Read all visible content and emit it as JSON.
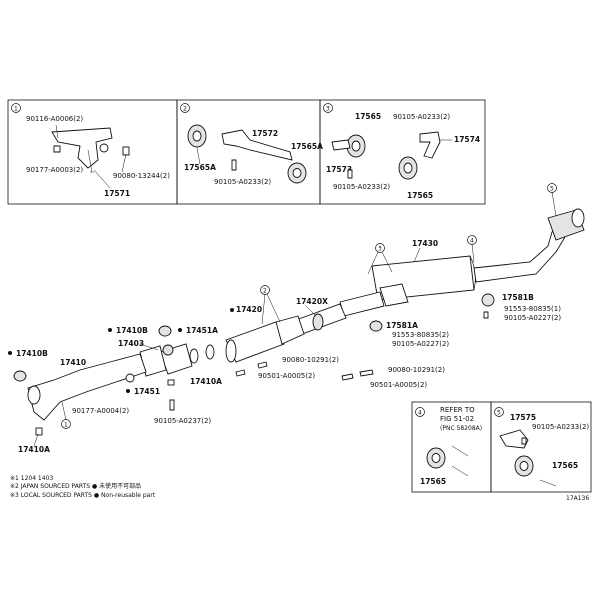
{
  "insets": {
    "i1": {
      "num": "1",
      "p1": "90116-A0006(2)",
      "p2": "90177-A0003(2)",
      "p3": "90080-13244(2)",
      "p4": "17571"
    },
    "i2": {
      "num": "2",
      "p1": "17572",
      "p2": "17565A",
      "p3": "17565A",
      "p4": "90105-A0233(2)"
    },
    "i3": {
      "num": "3",
      "p1": "17565",
      "p2": "90105-A0233(2)",
      "p3": "17574",
      "p4": "17573",
      "p5": "90105-A0233(2)",
      "p6": "17565"
    },
    "i4": {
      "num": "4",
      "refer1": "REFER TO",
      "refer2": "FIG 51-02",
      "refer3": "(PNC 58208A)",
      "p1": "17565"
    },
    "i5": {
      "num": "5",
      "p1": "17575",
      "p2": "90105-A0233(2)",
      "p3": "17565"
    }
  },
  "callouts": {
    "c17430": "17430",
    "c17581B": "17581B",
    "c91553_1": "91553-80835(1)",
    "c90105_A0227": "90105-A0227(2)",
    "c17581A": "17581A",
    "c91553_2": "91553-80835(2)",
    "c90105_A0227b": "90105-A0227(2)",
    "c17420": "17420",
    "c17420X": "17420X",
    "c17410B_a": "17410B",
    "c17451A": "17451A",
    "c17403": "17403",
    "c17410B_b": "17410B",
    "c17410": "17410",
    "c17451": "17451",
    "c17410A_a": "17410A",
    "c90080_10291_a": "90080-10291(2)",
    "c90501_A0005_a": "90501-A0005(2)",
    "c90080_10291_b": "90080-10291(2)",
    "c90501_A0005_b": "90501-A0005(2)",
    "c90177_A0004": "90177-A0004(2)",
    "c90105_A0237": "90105-A0237(2)",
    "c17410A_b": "17410A"
  },
  "markers": {
    "m1": "1",
    "m2": "2",
    "m3": "3",
    "m4": "4",
    "m5": "5"
  },
  "legend": {
    "l1": "※1 1204     1403",
    "l2": "※2 JAPAN SOURCED PARTS  ● 未使用不可部品",
    "l3": "※3 LOCAL SOURCED PARTS  ● Non-reusable part"
  },
  "figure_id": "17A136"
}
